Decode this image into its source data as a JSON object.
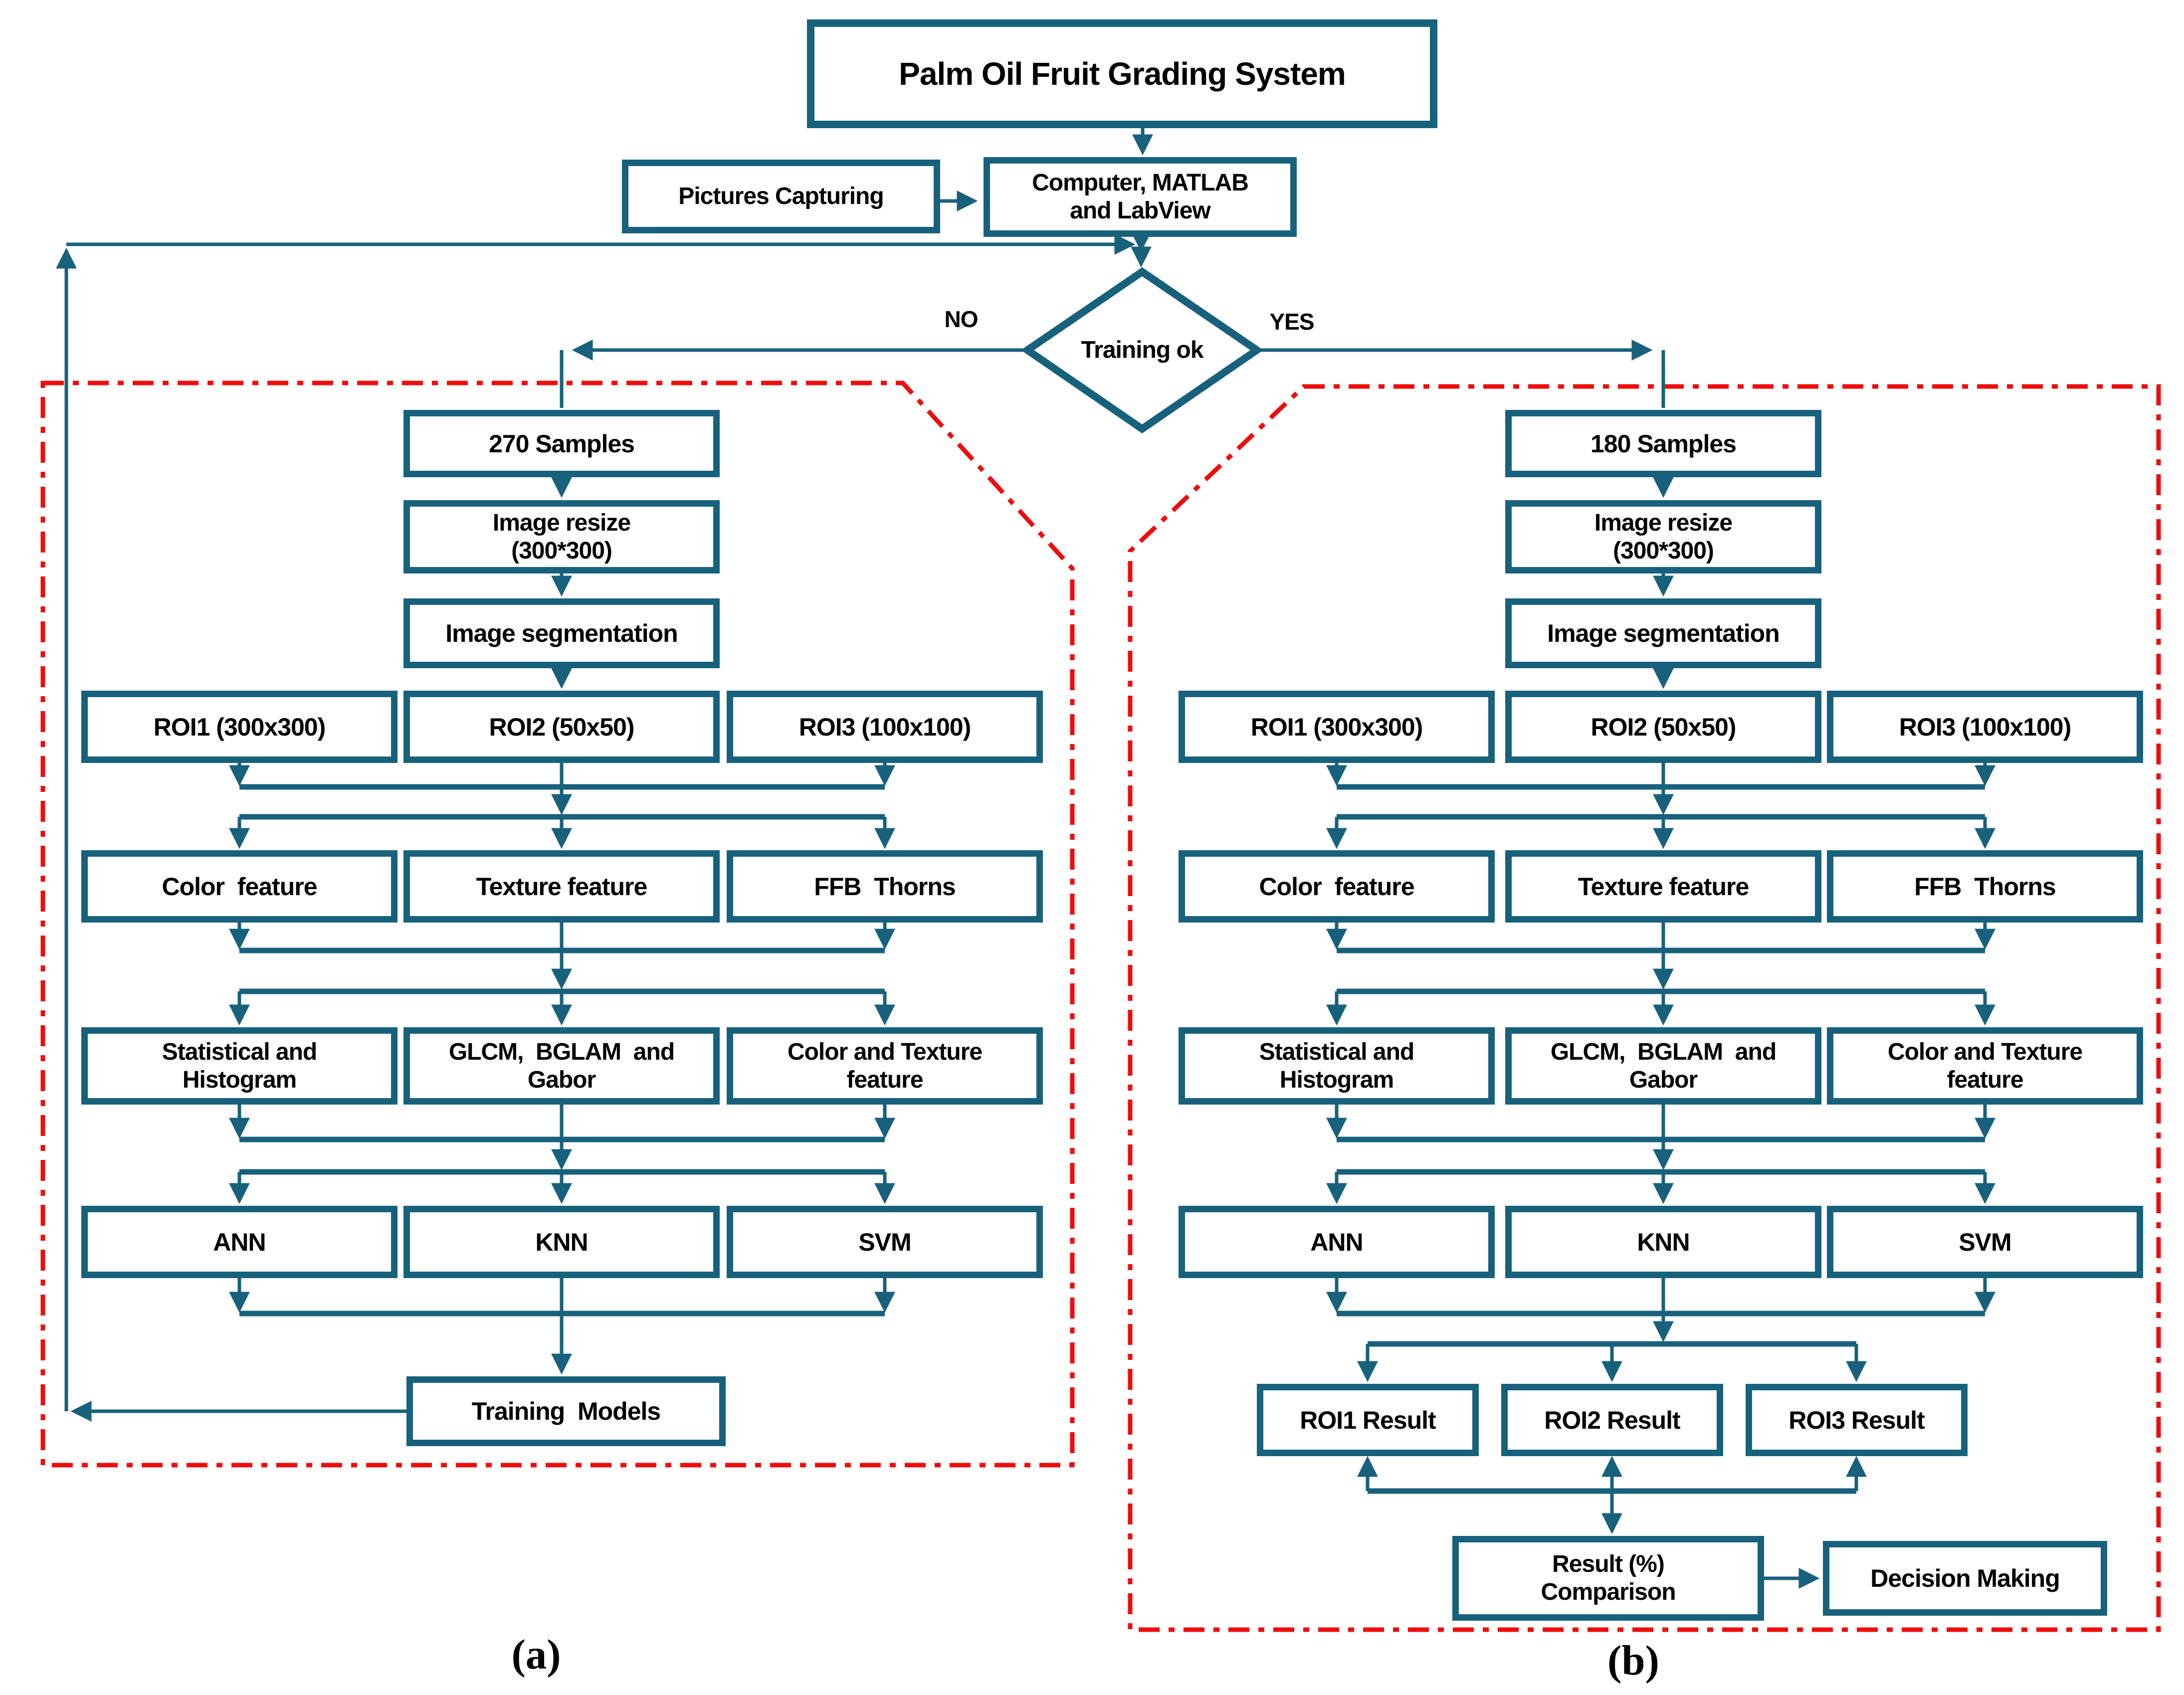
{
  "palette": {
    "teal": "#17617c",
    "red": "#ee0d0d",
    "text": "#000000",
    "background": "#ffffff"
  },
  "header": {
    "title": "Palm Oil Fruit Grading System",
    "pictures_capturing": "Pictures Capturing",
    "computer_line1": "Computer, MATLAB",
    "computer_line2": "and LabView",
    "decision": "Training ok",
    "no_label": "NO",
    "yes_label": "YES"
  },
  "branch_a": {
    "caption": "(a)",
    "samples": "270 Samples",
    "resize_line1": "Image resize",
    "resize_line2": "(300*300)",
    "segmentation": "Image segmentation",
    "roi": [
      "ROI1 (300x300)",
      "ROI2 (50x50)",
      "ROI3 (100x100)"
    ],
    "features": [
      "Color  feature",
      "Texture feature",
      "FFB  Thorns"
    ],
    "extract_line1": [
      "Statistical and",
      "GLCM,  BGLAM  and",
      "Color and Texture"
    ],
    "extract_line2": [
      "Histogram",
      "Gabor",
      "feature"
    ],
    "classifiers": [
      "ANN",
      "KNN",
      "SVM"
    ],
    "training_models": "Training  Models"
  },
  "branch_b": {
    "caption": "(b)",
    "samples": "180 Samples",
    "resize_line1": "Image resize",
    "resize_line2": "(300*300)",
    "segmentation": "Image segmentation",
    "roi": [
      "ROI1 (300x300)",
      "ROI2 (50x50)",
      "ROI3 (100x100)"
    ],
    "features": [
      "Color  feature",
      "Texture feature",
      "FFB  Thorns"
    ],
    "extract_line1": [
      "Statistical and",
      "GLCM,  BGLAM  and",
      "Color and Texture"
    ],
    "extract_line2": [
      "Histogram",
      "Gabor",
      "feature"
    ],
    "classifiers": [
      "ANN",
      "KNN",
      "SVM"
    ],
    "results": [
      "ROI1 Result",
      "ROI2 Result",
      "ROI3 Result"
    ],
    "comparison_line1": "Result (%)",
    "comparison_line2": "Comparison",
    "decision_making": "Decision Making"
  }
}
